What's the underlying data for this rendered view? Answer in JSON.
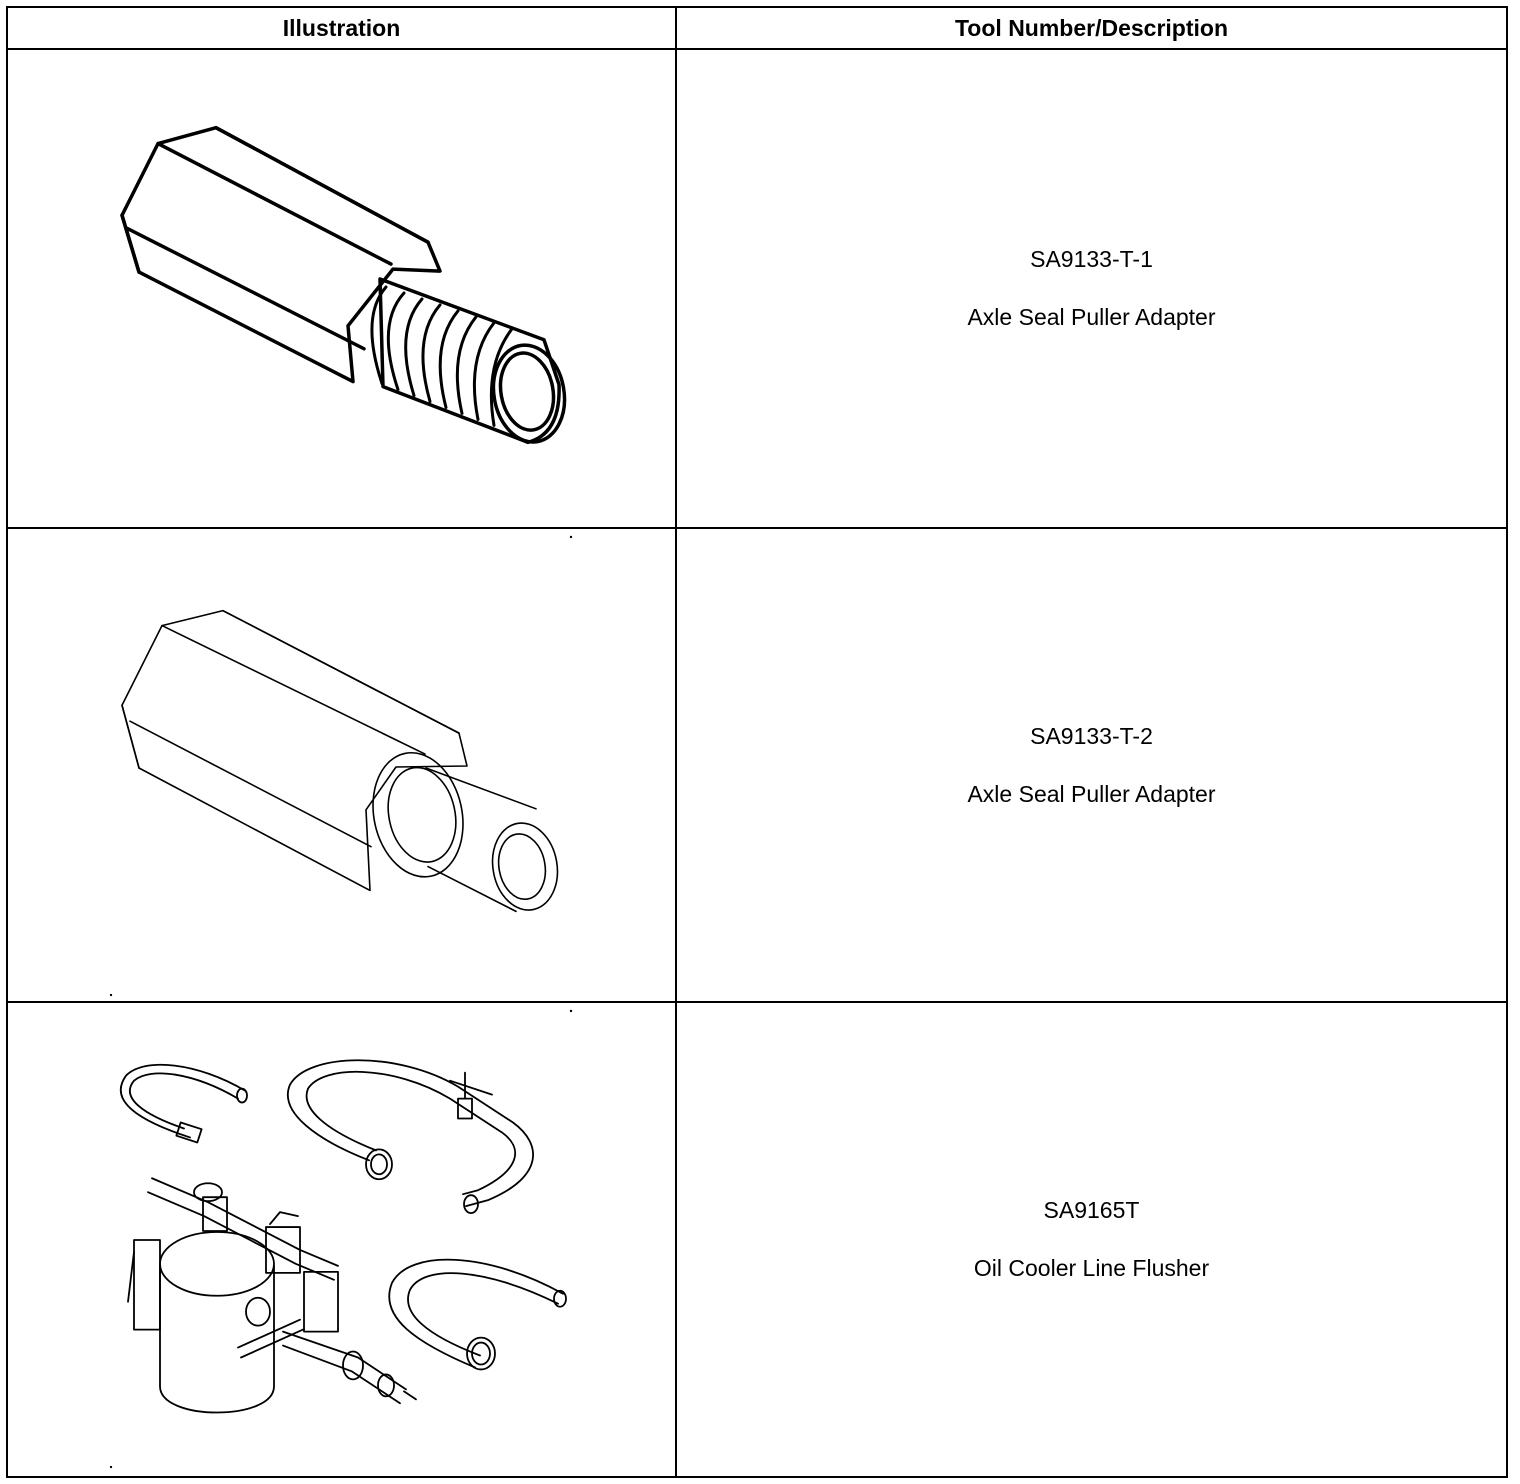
{
  "table": {
    "headers": {
      "illustration": "Illustration",
      "description": "Tool Number/Description"
    },
    "rows": [
      {
        "illustration_icon": "threaded-adapter-icon",
        "tool_number": "SA9133-T-1",
        "description": "Axle Seal Puller Adapter"
      },
      {
        "illustration_icon": "smooth-adapter-icon",
        "tool_number": "SA9133-T-2",
        "description": "Axle Seal Puller Adapter"
      },
      {
        "illustration_icon": "flusher-kit-icon",
        "tool_number": "SA9165T",
        "description": "Oil Cooler Line Flusher"
      }
    ]
  }
}
